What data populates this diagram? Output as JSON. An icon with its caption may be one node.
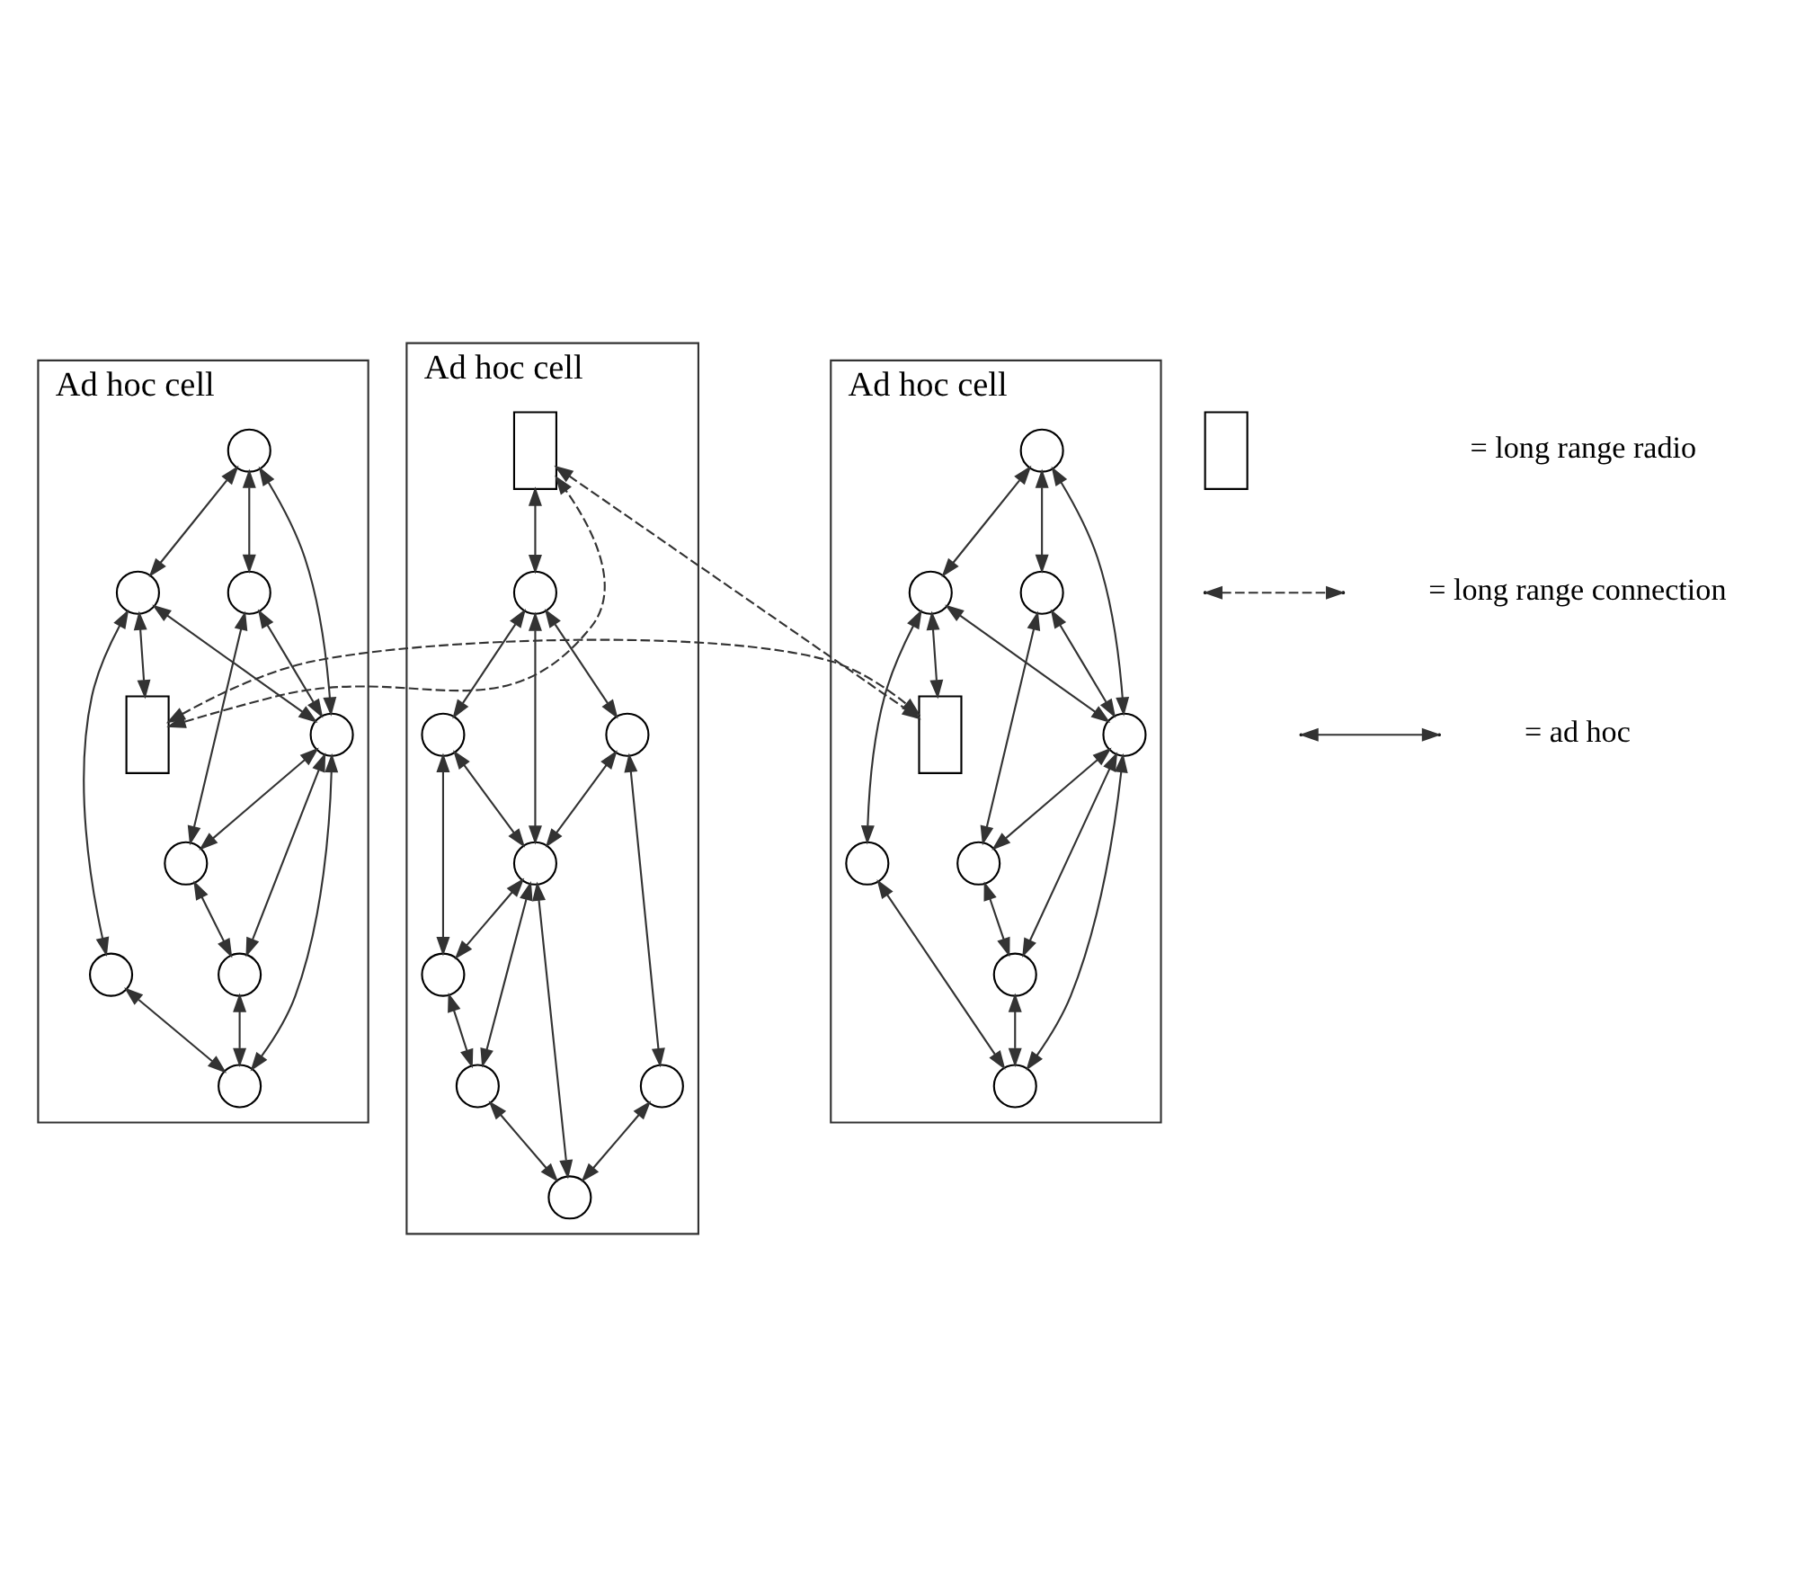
{
  "diagram": {
    "nodes": [
      {
        "text": [
          "Ad hoc cell"
        ]
      },
      {
        "text": [],
        "shape": "circle",
        "in": 0
      },
      {
        "text": [],
        "shape": "box",
        "in": 0
      },
      {
        "text": [],
        "shape": "circle",
        "in": 0
      },
      {
        "text": [],
        "shape": "circle",
        "in": 0
      },
      {
        "text": [],
        "shape": "circle",
        "in": 0
      },
      {
        "text": [],
        "shape": "circle",
        "in": 0
      },
      {
        "text": [],
        "shape": "circle",
        "in": 0
      },
      {
        "text": [],
        "shape": "circle",
        "in": 0
      },
      {
        "text": [],
        "shape": "circle",
        "in": 0
      },
      {
        "text": [
          "Ad hoc cell"
        ]
      },
      {
        "text": [],
        "shape": "box",
        "in": 10
      },
      {
        "text": [],
        "shape": "circle",
        "in": 10
      },
      {
        "text": [],
        "shape": "circle",
        "in": 10
      },
      {
        "text": [],
        "shape": "circle",
        "in": 10
      },
      {
        "text": [],
        "shape": "circle",
        "in": 10
      },
      {
        "text": [],
        "shape": "circle",
        "in": 10
      },
      {
        "text": [],
        "shape": "circle",
        "in": 10
      },
      {
        "text": [],
        "shape": "circle",
        "in": 10
      },
      {
        "text": [],
        "shape": "circle",
        "in": 10
      },
      {
        "text": [
          "Ad hoc cell"
        ]
      },
      {
        "text": [],
        "shape": "circle",
        "in": 20
      },
      {
        "text": [],
        "shape": "box",
        "in": 20
      },
      {
        "text": [],
        "shape": "circle",
        "in": 20
      },
      {
        "text": [],
        "shape": "circle",
        "in": 20
      },
      {
        "text": [],
        "shape": "circle",
        "in": 20
      },
      {
        "text": [],
        "shape": "circle",
        "in": 20
      },
      {
        "text": [],
        "shape": "circle",
        "in": 20
      },
      {
        "text": [],
        "shape": "circle",
        "in": 20
      },
      {
        "text": [],
        "shape": "circle",
        "in": 20
      },
      {
        "text": [],
        "shape": "box"
      }
    ],
    "edges": [
      {
        "from": 1,
        "to": 3,
        "arrow": "both"
      },
      {
        "from": 1,
        "to": 4,
        "arrow": "both"
      },
      {
        "from": 1,
        "to": 6,
        "arrow": "both"
      },
      {
        "from": 3,
        "to": 6,
        "arrow": "both"
      },
      {
        "from": 3,
        "to": 7,
        "arrow": "both"
      },
      {
        "from": 4,
        "to": 6,
        "arrow": "both"
      },
      {
        "from": 4,
        "to": 2,
        "arrow": "both"
      },
      {
        "from": 4,
        "to": 5,
        "arrow": "both"
      },
      {
        "from": 5,
        "to": 8,
        "arrow": "both"
      },
      {
        "from": 6,
        "to": 7,
        "arrow": "both"
      },
      {
        "from": 6,
        "to": 9,
        "arrow": "both"
      },
      {
        "from": 6,
        "to": 8,
        "arrow": "both"
      },
      {
        "from": 7,
        "to": 9,
        "arrow": "both"
      },
      {
        "from": 9,
        "to": 8,
        "arrow": "both"
      },
      {
        "from": 11,
        "to": 12,
        "arrow": "both"
      },
      {
        "from": 12,
        "to": 14,
        "arrow": "both"
      },
      {
        "from": 12,
        "to": 13,
        "arrow": "both"
      },
      {
        "from": 12,
        "to": 16,
        "arrow": "both"
      },
      {
        "from": 14,
        "to": 16,
        "arrow": "both"
      },
      {
        "from": 14,
        "to": 17,
        "arrow": "both"
      },
      {
        "from": 13,
        "to": 16,
        "arrow": "both"
      },
      {
        "from": 13,
        "to": 15,
        "arrow": "both"
      },
      {
        "from": 15,
        "to": 18,
        "arrow": "both"
      },
      {
        "from": 16,
        "to": 17,
        "arrow": "both"
      },
      {
        "from": 16,
        "to": 19,
        "arrow": "both"
      },
      {
        "from": 16,
        "to": 18,
        "arrow": "both"
      },
      {
        "from": 17,
        "to": 19,
        "arrow": "both"
      },
      {
        "from": 19,
        "to": 18,
        "arrow": "both"
      },
      {
        "from": 21,
        "to": 23,
        "arrow": "both"
      },
      {
        "from": 21,
        "to": 24,
        "arrow": "both"
      },
      {
        "from": 21,
        "to": 26,
        "arrow": "both"
      },
      {
        "from": 23,
        "to": 26,
        "arrow": "both"
      },
      {
        "from": 23,
        "to": 27,
        "arrow": "both"
      },
      {
        "from": 24,
        "to": 26,
        "arrow": "both"
      },
      {
        "from": 24,
        "to": 22,
        "arrow": "both"
      },
      {
        "from": 24,
        "to": 25,
        "arrow": "both"
      },
      {
        "from": 25,
        "to": 28,
        "arrow": "both"
      },
      {
        "from": 26,
        "to": 27,
        "arrow": "both"
      },
      {
        "from": 26,
        "to": 29,
        "arrow": "both"
      },
      {
        "from": 26,
        "to": 28,
        "arrow": "both"
      },
      {
        "from": 27,
        "to": 29,
        "arrow": "both"
      },
      {
        "from": 29,
        "to": 28,
        "arrow": "both"
      },
      {
        "from": 2,
        "to": 11,
        "arrow": "both",
        "style": "dashed"
      },
      {
        "from": 2,
        "to": 22,
        "arrow": "both",
        "style": "dashed"
      },
      {
        "from": 11,
        "to": 22,
        "arrow": "both",
        "style": "dashed"
      }
    ],
    "legend": [
      {
        "text": "= long range radio"
      },
      {
        "text": "= long range connection"
      },
      {
        "text": "= ad hoc"
      }
    ]
  }
}
